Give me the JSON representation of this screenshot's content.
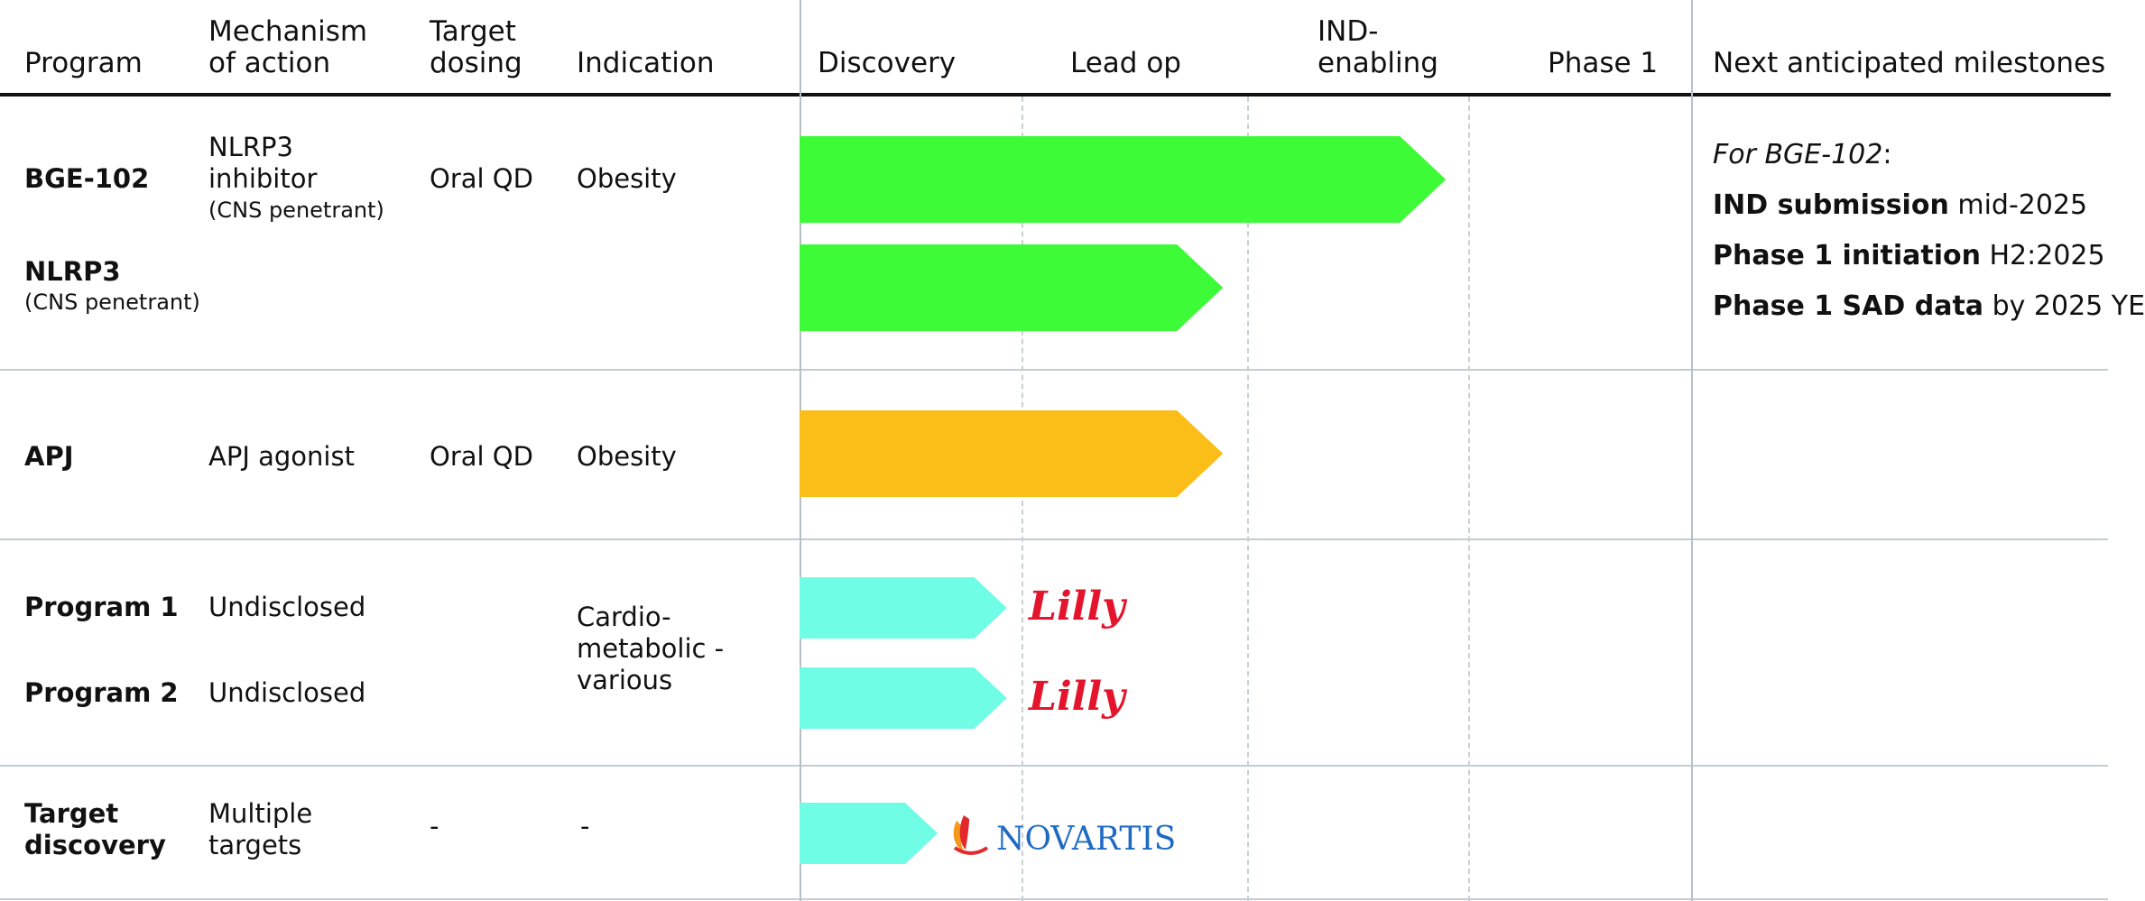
{
  "headers": {
    "program": "Program",
    "mechanism": [
      "Mechanism",
      "of action"
    ],
    "dosing": [
      "Target",
      "dosing"
    ],
    "indication": "Indication",
    "stages": {
      "discovery": "Discovery",
      "lead_op": "Lead op",
      "ind_enabling": [
        "IND-",
        "enabling"
      ],
      "phase1": "Phase 1"
    },
    "milestones": "Next anticipated milestones"
  },
  "rows": {
    "bge102": {
      "program": "BGE-102",
      "mechanism": [
        "NLRP3",
        "inhibitor"
      ],
      "mechanism_note": "(CNS penetrant)",
      "dosing": "Oral QD",
      "indication": "Obesity",
      "progress_stages": 2.9,
      "color": "#3dfc37"
    },
    "nlrp3": {
      "program": "NLRP3",
      "program_note": "(CNS penetrant)",
      "progress_stages": 1.9,
      "color": "#3dfc37"
    },
    "apj": {
      "program": "APJ",
      "mechanism": "APJ agonist",
      "dosing": "Oral QD",
      "indication": "Obesity",
      "progress_stages": 1.9,
      "color": "#fbbd17"
    },
    "program1": {
      "program": "Program 1",
      "mechanism": "Undisclosed",
      "partner": "Lilly",
      "progress_stages": 0.93,
      "color": "#6ffde6"
    },
    "program2": {
      "program": "Program 2",
      "mechanism": "Undisclosed",
      "partner": "Lilly",
      "progress_stages": 0.93,
      "color": "#6ffde6"
    },
    "cardio_indication": [
      "Cardio-",
      "metabolic -",
      "various"
    ],
    "target_discovery": {
      "program": [
        "Target",
        "discovery"
      ],
      "mechanism": [
        "Multiple",
        "targets"
      ],
      "dosing": "-",
      "indication": "-",
      "partner": "NOVARTIS",
      "progress_stages": 0.62,
      "color": "#6ffde6"
    }
  },
  "milestones": {
    "intro_italic": "For BGE-102",
    "intro_colon": ":",
    "items": [
      {
        "bold": "IND submission",
        "rest": " mid-2025"
      },
      {
        "bold": "Phase 1 initiation",
        "rest": " H2:2025"
      },
      {
        "bold": "Phase 1 SAD data",
        "rest": " by 2025 YE"
      }
    ]
  },
  "colors": {
    "green": "#3dfc37",
    "orange": "#fbbd17",
    "cyan": "#6ffde6",
    "lilly_red": "#e3142b",
    "novartis_blue": "#1f6bc4",
    "novartis_flame_red": "#e3292d",
    "novartis_flame_orange": "#f39a1c"
  }
}
